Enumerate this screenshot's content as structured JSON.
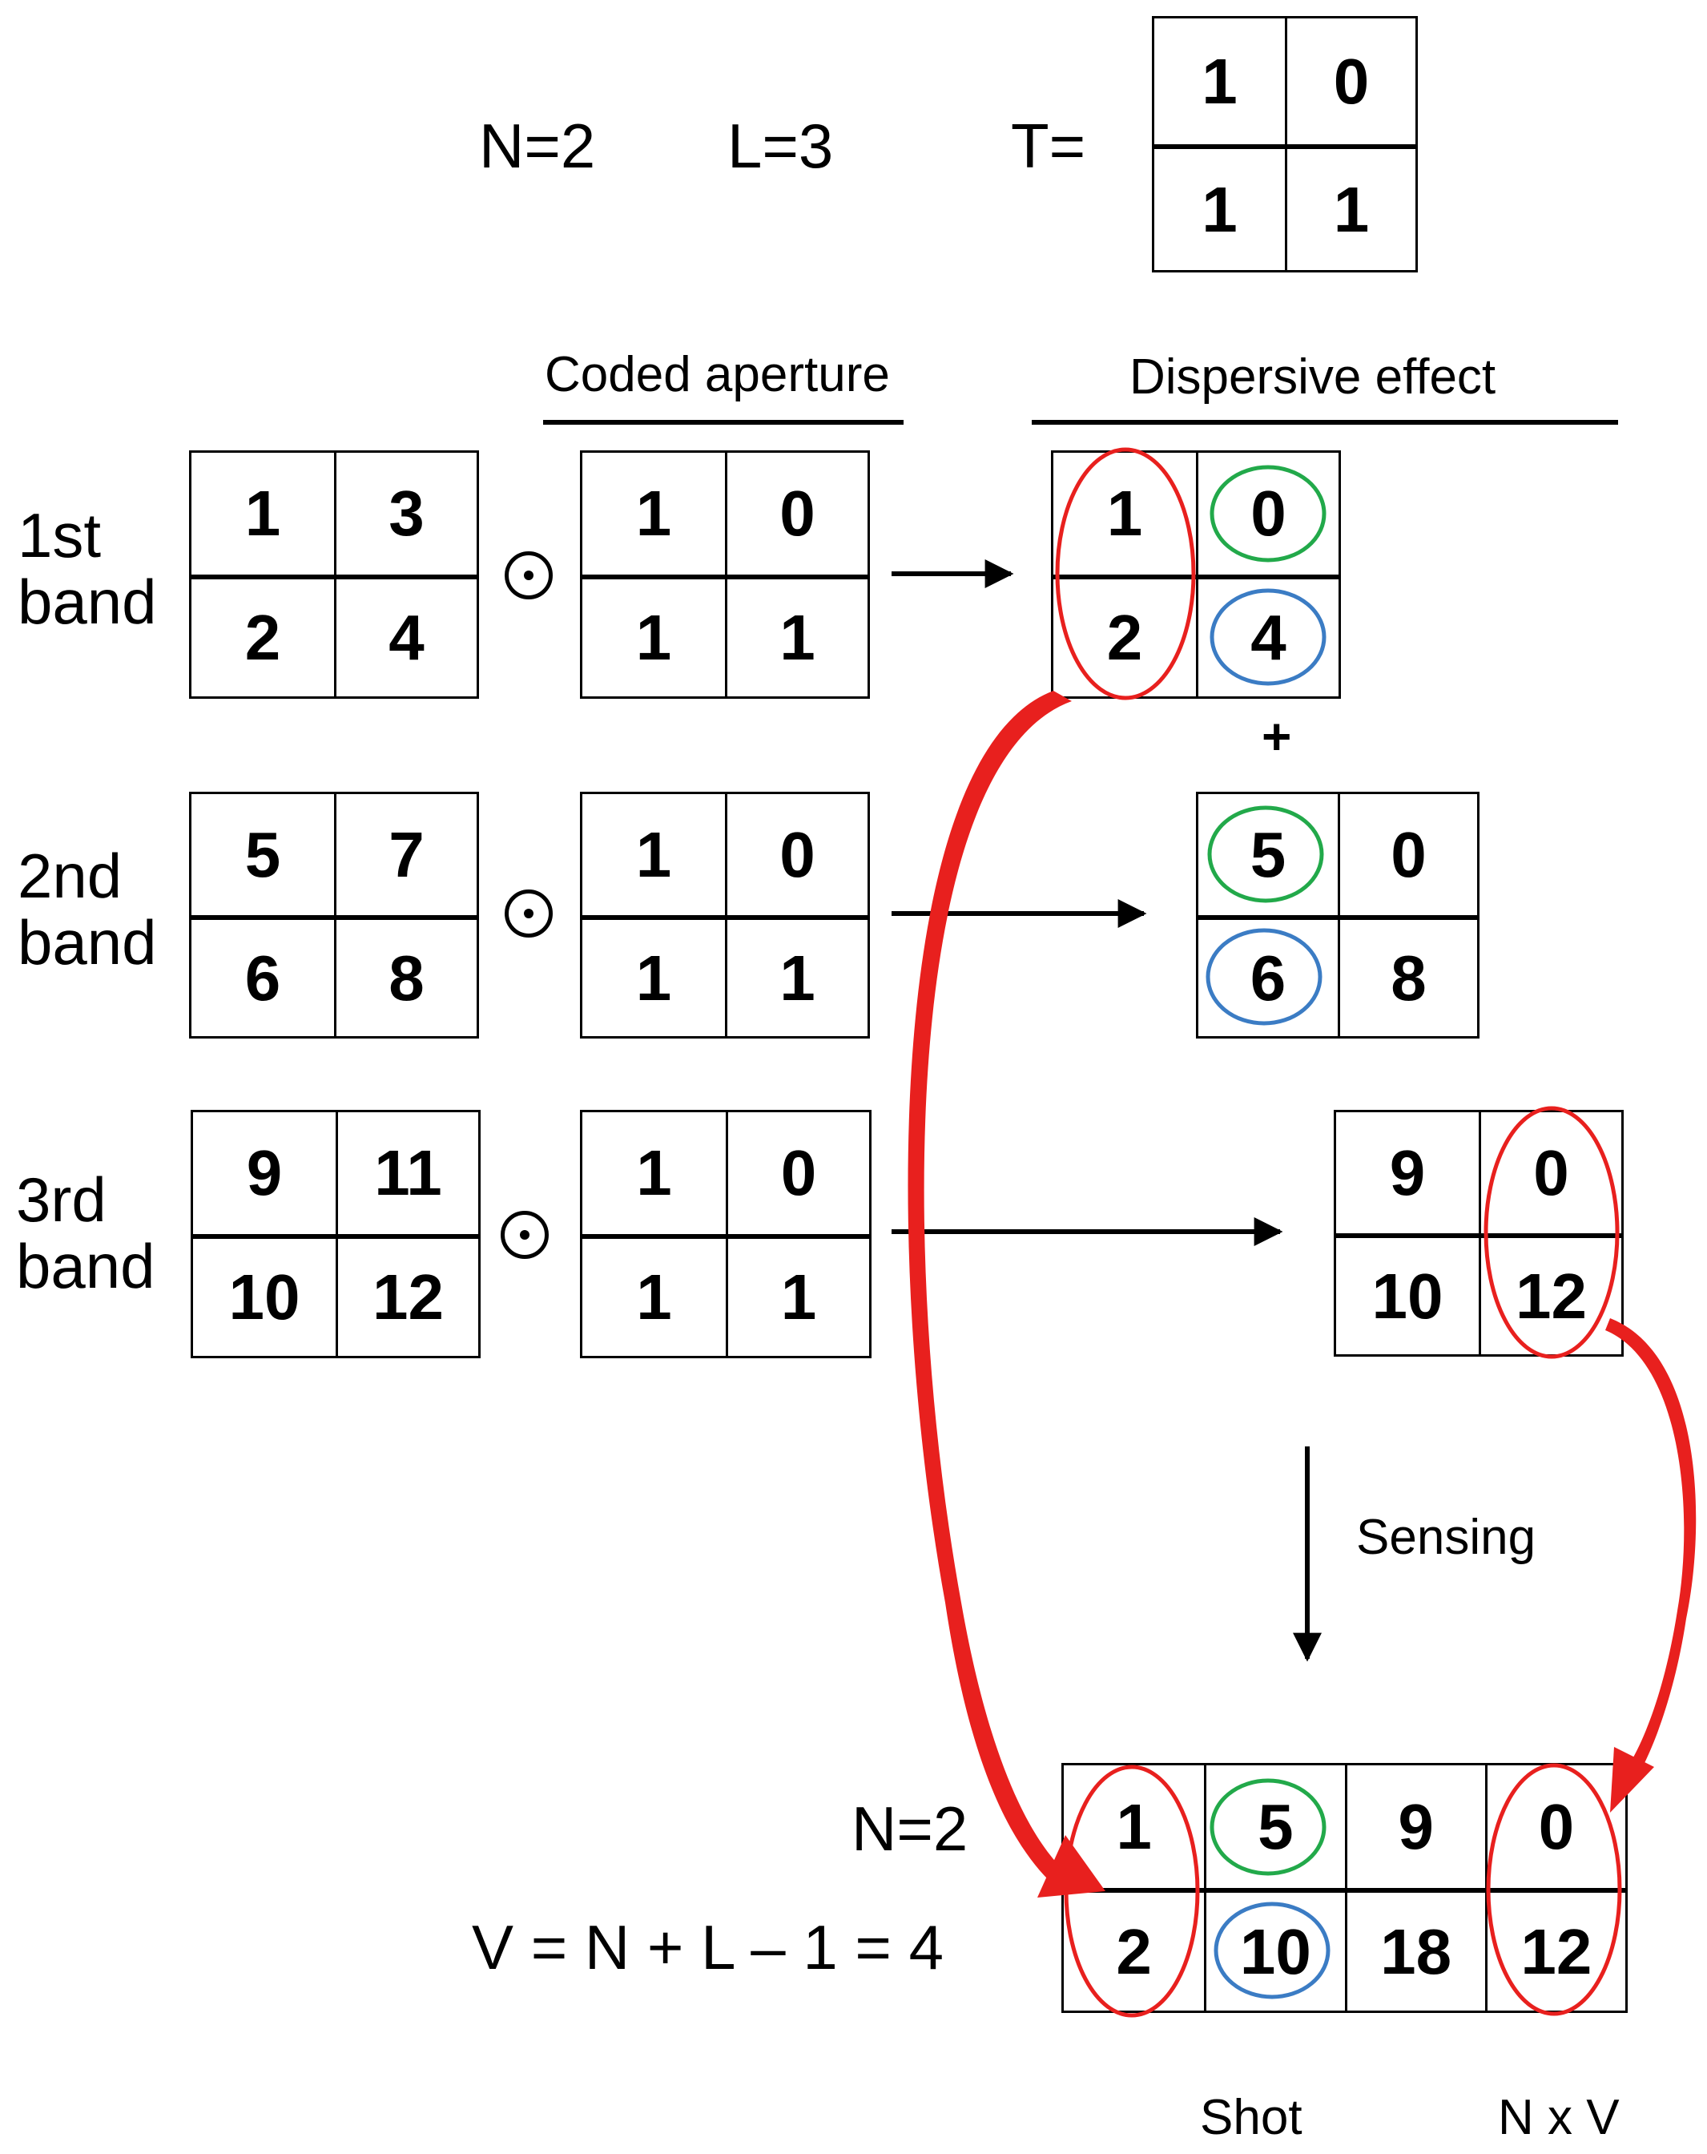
{
  "params": {
    "n": "N=2",
    "l": "L=3",
    "t": "T="
  },
  "T": [
    [
      "1",
      "0"
    ],
    [
      "1",
      "1"
    ]
  ],
  "headers": {
    "coded": "Coded aperture",
    "dispersive": "Dispersive effect"
  },
  "bands": [
    {
      "label_line1": "1st",
      "label_line2": "band",
      "cube": [
        [
          "1",
          "3"
        ],
        [
          "2",
          "4"
        ]
      ],
      "mask": [
        [
          "1",
          "0"
        ],
        [
          "1",
          "1"
        ]
      ],
      "result": [
        [
          "1",
          "0"
        ],
        [
          "2",
          "4"
        ]
      ]
    },
    {
      "label_line1": "2nd",
      "label_line2": "band",
      "cube": [
        [
          "5",
          "7"
        ],
        [
          "6",
          "8"
        ]
      ],
      "mask": [
        [
          "1",
          "0"
        ],
        [
          "1",
          "1"
        ]
      ],
      "result": [
        [
          "5",
          "0"
        ],
        [
          "6",
          "8"
        ]
      ]
    },
    {
      "label_line1": "3rd",
      "label_line2": "band",
      "cube": [
        [
          "9",
          "11"
        ],
        [
          "10",
          "12"
        ]
      ],
      "mask": [
        [
          "1",
          "0"
        ],
        [
          "1",
          "1"
        ]
      ],
      "result": [
        [
          "9",
          "0"
        ],
        [
          "10",
          "12"
        ]
      ]
    }
  ],
  "plus": "+",
  "sensing": "Sensing",
  "output": {
    "n_label": "N=2",
    "v_label": "V = N + L – 1 = 4",
    "matrix": [
      [
        "1",
        "5",
        "9",
        "0"
      ],
      [
        "2",
        "10",
        "18",
        "12"
      ]
    ],
    "shot": "Shot",
    "dims": "N x V"
  },
  "colors": {
    "red": "#e8201e",
    "green": "#22a94a",
    "blue": "#3b7cc4"
  }
}
